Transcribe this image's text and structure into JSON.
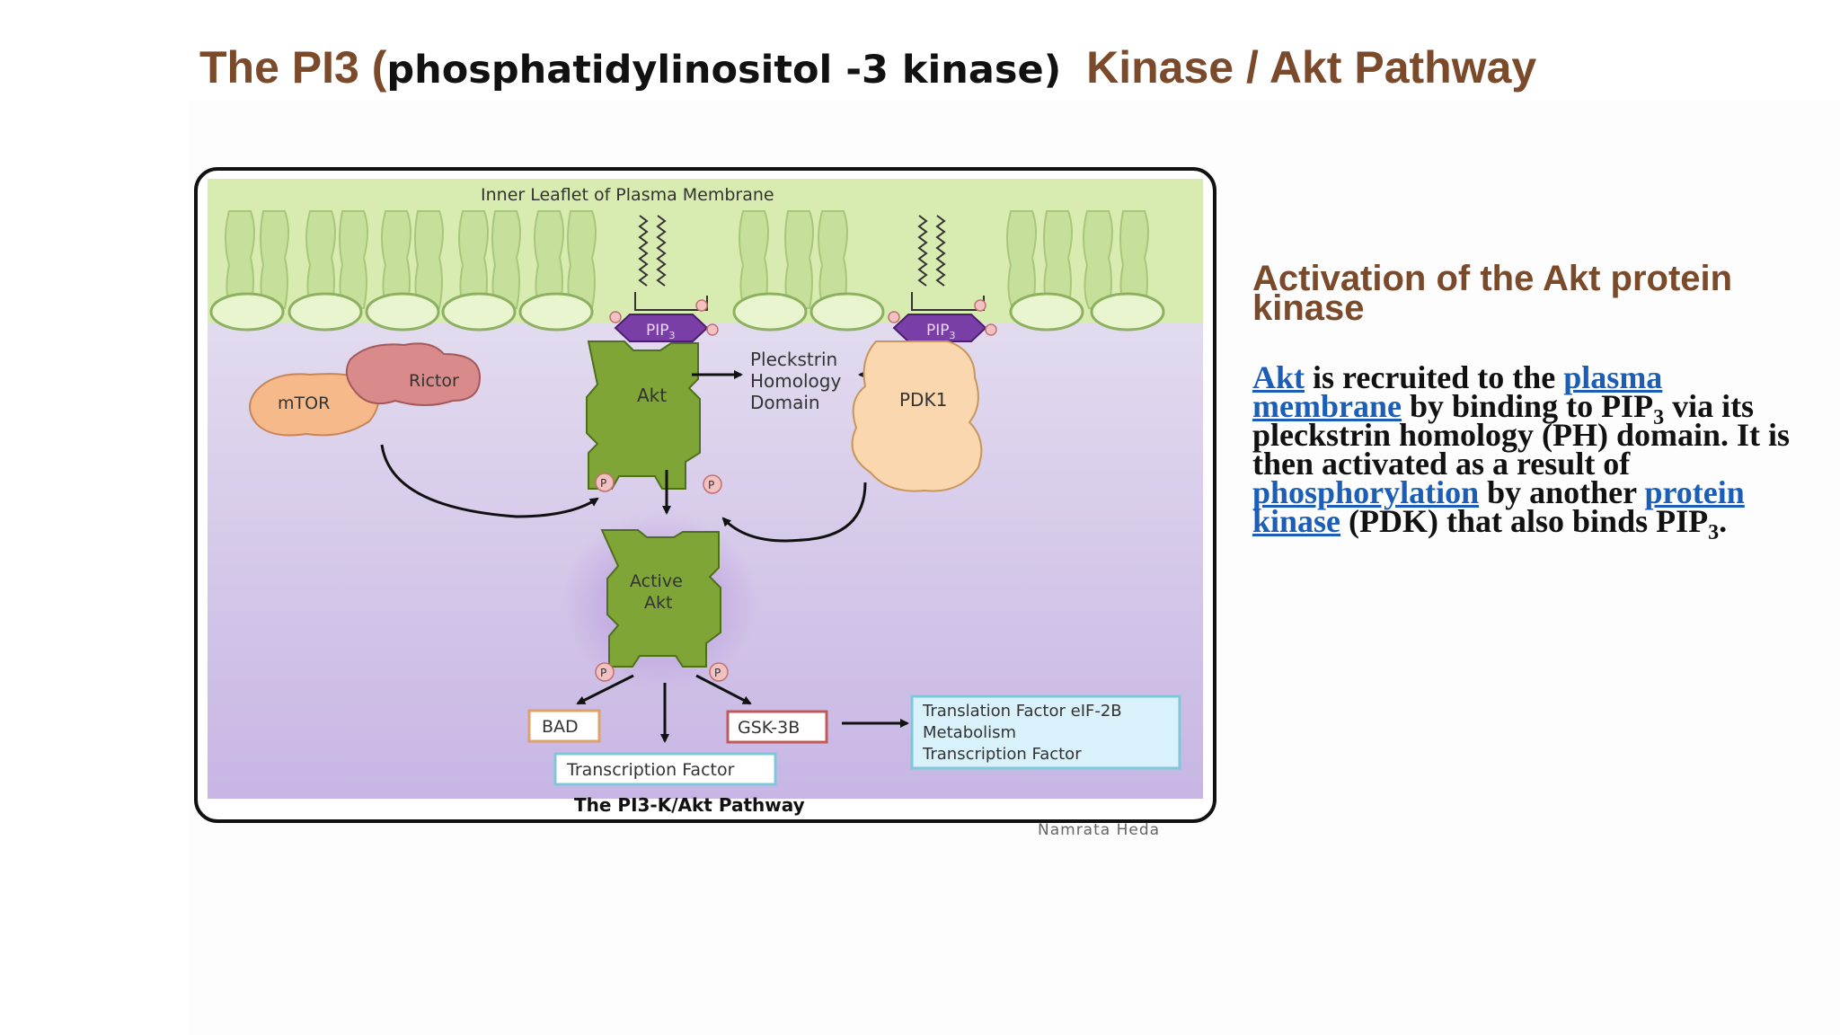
{
  "title": {
    "part1": "The PI3 (",
    "part2": "phosphatidylinositol -3 kinase)",
    "part3": "Kinase / Akt Pathway"
  },
  "figure": {
    "membrane_label": "Inner Leaflet of Plasma Membrane",
    "pip3": "PIP",
    "pip3_sub": "3",
    "akt": "Akt",
    "pleckstrin": [
      "Pleckstrin",
      "Homology",
      "Domain"
    ],
    "pdk1": "PDK1",
    "mtor": "mTOR",
    "rictor": "Rictor",
    "phospho": "P",
    "active_akt": [
      "Active",
      "Akt"
    ],
    "bad": "BAD",
    "gsk": "GSK-3B",
    "transcription": "Transcription Factor",
    "targets": [
      "Translation Factor eIF-2B",
      "Metabolism",
      "Transcription Factor"
    ],
    "caption": "The PI3-K/Akt Pathway",
    "signature": "Namrata Heda"
  },
  "side": {
    "heading": "Activation of the Akt protein kinase",
    "t1": "Akt",
    "t2": " is recruited to the ",
    "t3": "plasma membrane",
    "t4": " by binding to PIP",
    "t5": "3",
    "t6": " via its pleckstrin homology (PH) domain. It is then activated as a result of ",
    "t7": "phosphorylation",
    "t8": " by another ",
    "t9": "protein kinase",
    "t10": " (PDK) that also binds PIP",
    "t11": "3",
    "t12": "."
  },
  "colors": {
    "title": "#7a4a2a",
    "link": "#1a5eb8",
    "akt_green": "#7fa537",
    "membrane_green": "#d8ebb0",
    "cytoplasm_purple": "#cbbde6"
  }
}
